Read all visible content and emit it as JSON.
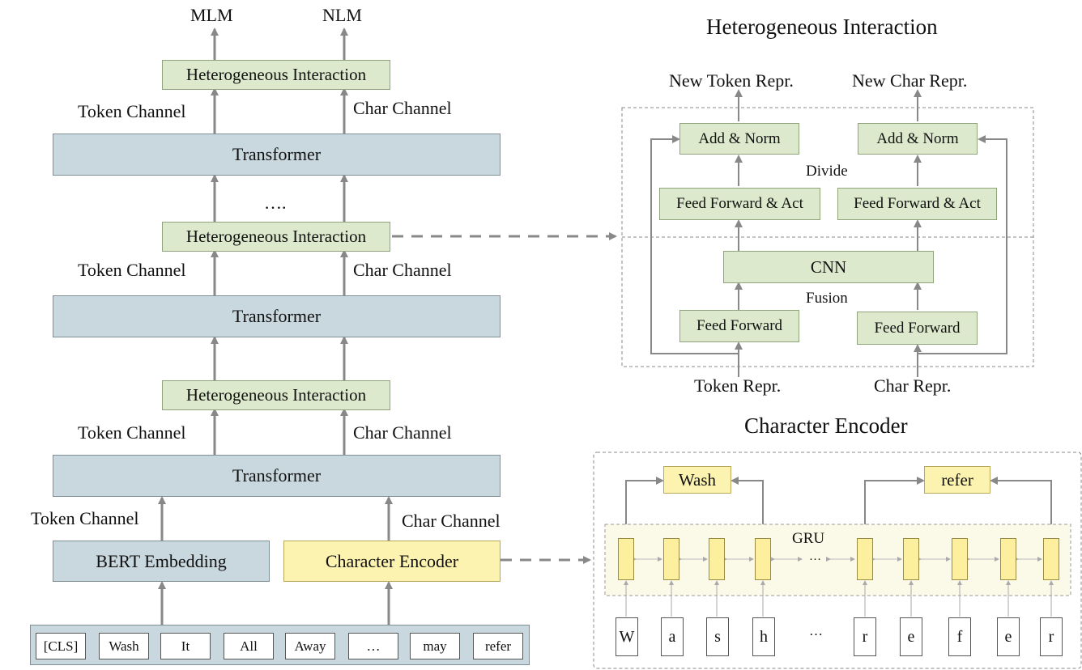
{
  "left": {
    "outputs": [
      "MLM",
      "NLM"
    ],
    "token_channel": "Token Channel",
    "char_channel": "Char Channel",
    "hetero_label": "Heterogeneous Interaction",
    "transformer_label": "Transformer",
    "ellipsis": "….",
    "bert_embedding": "BERT Embedding",
    "character_encoder": "Character Encoder",
    "tokens": [
      "[CLS]",
      "Wash",
      "It",
      "All",
      "Away",
      "…",
      "may",
      "refer"
    ]
  },
  "hetero_detail": {
    "title": "Heterogeneous Interaction",
    "new_token": "New Token Repr.",
    "new_char": "New Char Repr.",
    "add_norm": "Add & Norm",
    "divide": "Divide",
    "ffa": "Feed Forward & Act",
    "cnn": "CNN",
    "fusion": "Fusion",
    "feed_forward": "Feed Forward",
    "token_repr": "Token Repr.",
    "char_repr": "Char Repr."
  },
  "char_encoder": {
    "title": "Character Encoder",
    "gru": "GRU",
    "dots": "…",
    "word1": "Wash",
    "word2": "refer",
    "chars": [
      "W",
      "a",
      "s",
      "h",
      "…",
      "r",
      "e",
      "f",
      "e",
      "r"
    ]
  }
}
